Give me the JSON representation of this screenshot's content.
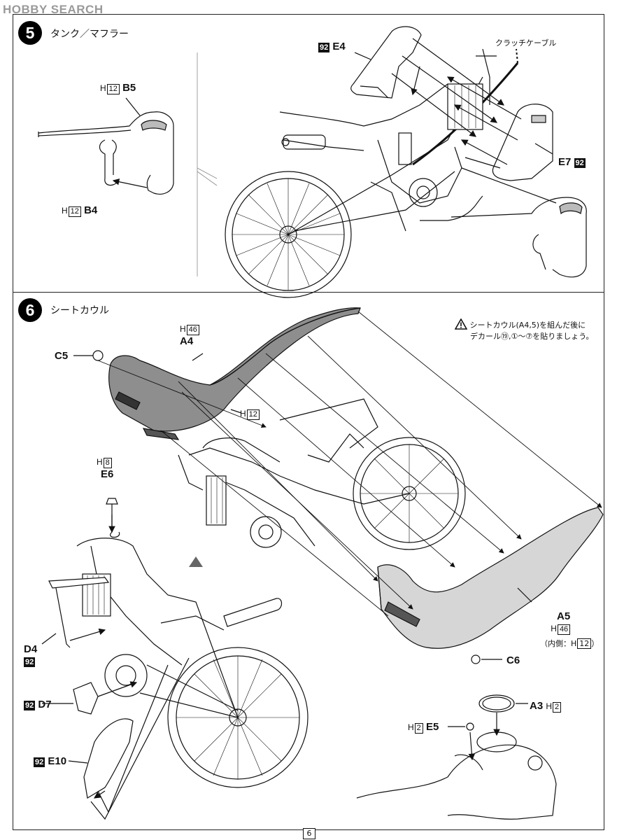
{
  "logo": "HOBBY SEARCH",
  "page_number": "6",
  "step5": {
    "number": "5",
    "title": "タンク／マフラー",
    "clutch_cable": "クラッチケーブル",
    "parts": {
      "e4": {
        "badge": "92",
        "code": "E4"
      },
      "e7": {
        "code": "E7",
        "badge": "92"
      },
      "b5": {
        "paint": "H",
        "paint_num": "12",
        "code": "B5"
      },
      "b4": {
        "paint": "H",
        "paint_num": "12",
        "code": "B4"
      }
    }
  },
  "step6": {
    "number": "6",
    "title": "シートカウル",
    "note_line1": "シートカウル(A4,5)を組んだ後に",
    "note_line2": "デカール⑲,①〜⑦を貼りましょう。",
    "parts": {
      "a4": {
        "paint": "H",
        "paint_num": "46",
        "code": "A4"
      },
      "c5": {
        "code": "C5"
      },
      "h12": {
        "paint": "H",
        "paint_num": "12"
      },
      "e6": {
        "paint": "H",
        "paint_num": "8",
        "code": "E6"
      },
      "a5": {
        "code": "A5",
        "paint": "H",
        "paint_num": "46",
        "inner_prefix": "（内側：H",
        "inner_num": "12",
        "inner_suffix": "）"
      },
      "c6": {
        "code": "C6"
      },
      "d4": {
        "code": "D4",
        "badge": "92"
      },
      "d7": {
        "badge": "92",
        "code": "D7"
      },
      "e10": {
        "badge": "92",
        "code": "E10"
      },
      "a3": {
        "code": "A3",
        "paint": "H",
        "paint_num": "2"
      },
      "e5": {
        "paint": "H",
        "paint_num": "2",
        "code": "E5"
      }
    }
  }
}
